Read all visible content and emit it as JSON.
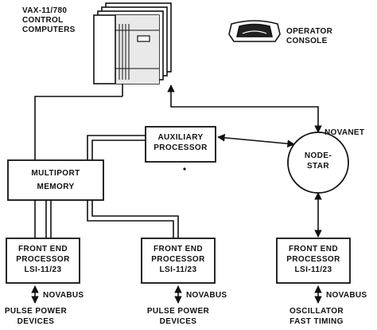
{
  "computers": {
    "label_line1": "VAX-11/780",
    "label_line2": "CONTROL",
    "label_line3": "COMPUTERS"
  },
  "console": {
    "label_line1": "OPERATOR",
    "label_line2": "CONSOLE"
  },
  "auxiliary_processor": {
    "line1": "AUXILIARY",
    "line2": "PROCESSOR"
  },
  "multiport_memory": {
    "line1": "MULTIPORT",
    "line2": "MEMORY"
  },
  "nodestar": {
    "line1": "NODE-",
    "line2": "STAR"
  },
  "novanet_label": "NOVANET",
  "front_ends": [
    {
      "line1": "FRONT END",
      "line2": "PROCESSOR",
      "line3": "LSI-11/23",
      "bus": "NOVABUS",
      "device_line1": "PULSE POWER",
      "device_line2": "DEVICES"
    },
    {
      "line1": "FRONT END",
      "line2": "PROCESSOR",
      "line3": "LSI-11/23",
      "bus": "NOVABUS",
      "device_line1": "PULSE POWER",
      "device_line2": "DEVICES"
    },
    {
      "line1": "FRONT END",
      "line2": "PROCESSOR",
      "line3": "LSI-11/23",
      "bus": "NOVABUS",
      "device_line1": "OSCILLATOR",
      "device_line2": "FAST TIMING"
    }
  ]
}
